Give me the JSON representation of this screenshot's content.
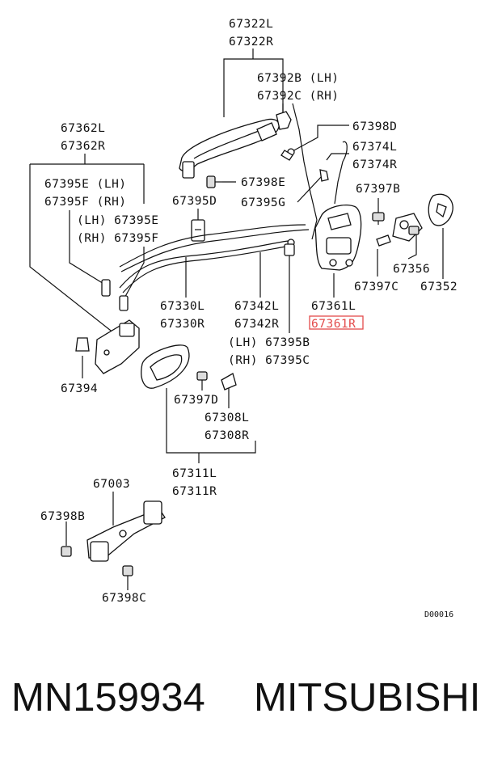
{
  "labels": {
    "l67322L": "67322L",
    "l67322R": "67322R",
    "l67392B": "67392B (LH)",
    "l67392C": "67392C (RH)",
    "l67362L": "67362L",
    "l67362R": "67362R",
    "l67398D": "67398D",
    "l67374L": "67374L",
    "l67374R": "67374R",
    "l67395E": "67395E (LH)",
    "l67395F": "67395F (RH)",
    "l67398E": "67398E",
    "l67395G": "67395G",
    "l67397B": "67397B",
    "lLH67395E": "(LH) 67395E",
    "lRH67395F": "(RH) 67395F",
    "l67395D": "67395D",
    "l67356": "67356",
    "l67397C": "67397C",
    "l67352": "67352",
    "l67330L": "67330L",
    "l67330R": "67330R",
    "l67342L": "67342L",
    "l67342R": "67342R",
    "l67361L": "67361L",
    "l67361R": "67361R",
    "lLH67395B": "(LH) 67395B",
    "lRH67395C": "(RH) 67395C",
    "l67394": "67394",
    "l67397D": "67397D",
    "l67308L": "67308L",
    "l67308R": "67308R",
    "l67311L": "67311L",
    "l67311R": "67311R",
    "l67003": "67003",
    "l67398B": "67398B",
    "l67398C": "67398C",
    "diagramCode": "D00016"
  },
  "footer": {
    "part_number": "MN159934",
    "brand": "MITSUBISHI"
  },
  "colors": {
    "highlight": "#e34b4b",
    "ink": "#111111"
  }
}
